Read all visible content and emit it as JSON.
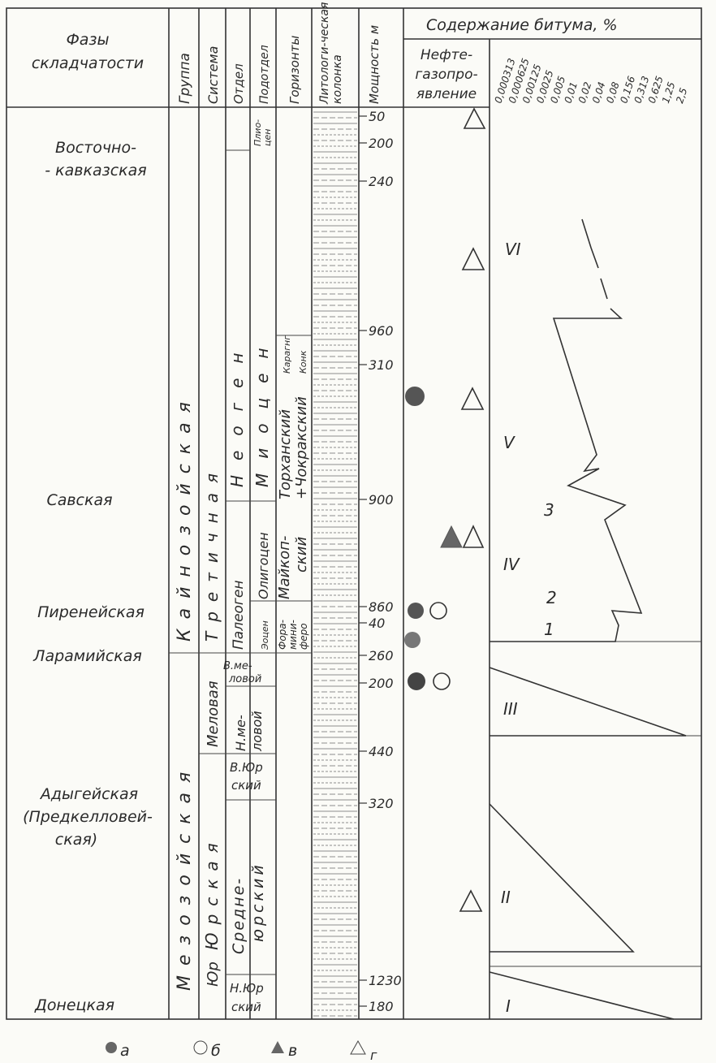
{
  "headers": {
    "phases": "Фазы складчатости",
    "group": "Группа",
    "system": "Система",
    "department": "Отдел",
    "subdepartment": "Подотдел",
    "horizons": "Горизонты",
    "lithology": "Литологи-ческая колонка",
    "thickness": "Мощность, м",
    "bitumen": "Содержание битума, %",
    "oilgas": "Нефте-газопро-явление"
  },
  "scale_ticks": [
    "0,000313",
    "0,000625",
    "0,00125",
    "0,0025",
    "0,005",
    "0,01",
    "0,02",
    "0,04",
    "0,08",
    "0,156",
    "0,313",
    "0,625",
    "1,25",
    "2,5"
  ],
  "phases": [
    "Восточно-",
    "- кавказская",
    "Савская",
    "Пиренейская",
    "Ларамийская",
    "Адыгейская",
    "(Предкелловей-",
    "ская)",
    "Донецкая"
  ],
  "groups": [
    "Кайнозойская",
    "Мезозойская"
  ],
  "systems": [
    "Третичная",
    "Меловая",
    "Юрская",
    "Юр"
  ],
  "departments": [
    "Неоген",
    "Палеоген",
    "В.ме-",
    "ловой",
    "Н.ме-",
    "ловой",
    "В.Юр",
    "ский",
    "Средне-",
    "юрский",
    "Н.Юр",
    "ский"
  ],
  "subdepartments": [
    "Плио-",
    "цен",
    "Миоцен",
    "Олигоцен",
    "Эоцен"
  ],
  "horizons": [
    "Карагнг",
    "Конк",
    "Торханский",
    "+Чокракский",
    "Майкоп-",
    "ский",
    "Фора-",
    "мини-",
    "феро"
  ],
  "thickness": [
    "50",
    "200",
    "240",
    "960",
    "310",
    "900",
    "860",
    "40",
    "260",
    "200",
    "440",
    "320",
    "1230",
    "180"
  ],
  "intervals": [
    "VI",
    "V",
    "IV",
    "III",
    "II",
    "I"
  ],
  "curve_labels": [
    "3",
    "2",
    "1"
  ],
  "legend": [
    {
      "symbol": "a",
      "label": "а"
    },
    {
      "symbol": "b",
      "label": "б"
    },
    {
      "symbol": "c",
      "label": "в"
    },
    {
      "symbol": "d",
      "label": "г"
    }
  ],
  "colors": {
    "ink": "#2a2a2a",
    "paper": "#fbfbf7",
    "dot": "#555555",
    "triangle_fill": "#666666"
  }
}
